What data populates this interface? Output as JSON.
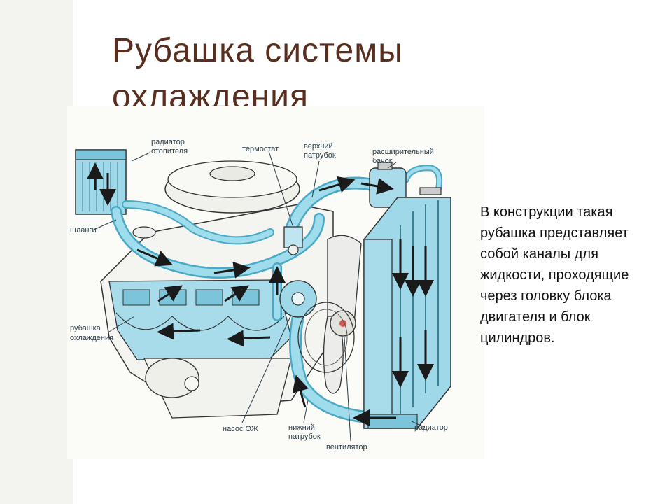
{
  "slide": {
    "title_lines": [
      "Рубашка системы",
      "охлаждения"
    ],
    "caption": "В конструкции такая рубашка представляет собой каналы для жидкости, проходящие через головку блока двигателя и блок цилиндров."
  },
  "diagram": {
    "labels": {
      "heater_radiator_line1": "радиатор",
      "heater_radiator_line2": "отопителя",
      "thermostat": "термостат",
      "upper_hose_line1": "верхний",
      "upper_hose_line2": "патрубок",
      "expansion_tank_line1": "расширительный",
      "expansion_tank_line2": "бачок",
      "hoses": "шланги",
      "cooling_jacket_line1": "рубашка",
      "cooling_jacket_line2": "охлаждения",
      "coolant_pump": "насос ОЖ",
      "lower_hose_line1": "нижний",
      "lower_hose_line2": "патрубок",
      "fan": "вентилятор",
      "radiator": "радиатор"
    }
  },
  "colors": {
    "title": "#5a2e1e",
    "coolant": "#8fd3e4",
    "coolant_dark": "#4aa9c6",
    "flow_arrow": "#1a1a1a",
    "engine_outline": "#333333",
    "radiator": "#9fd8e8"
  }
}
